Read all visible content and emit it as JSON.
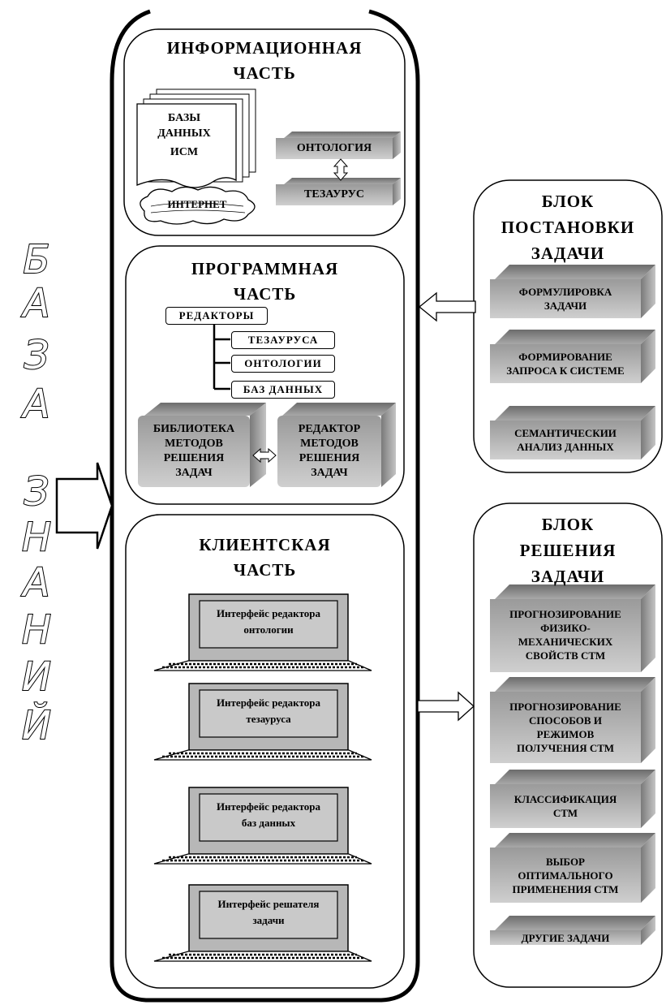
{
  "vertical_title": [
    "Б",
    "А",
    "З",
    "А",
    "З",
    "Н",
    "А",
    "Н",
    "И",
    "Й"
  ],
  "info": {
    "title": [
      "ИНФОРМАЦИОННАЯ",
      "ЧАСТЬ"
    ],
    "databases": [
      "БАЗЫ",
      "ДАННЫХ",
      "ИСМ"
    ],
    "internet": "ИНТЕРНЕТ",
    "ontology": "ОНТОЛОГИЯ",
    "thesaurus": "ТЕЗАУРУС"
  },
  "program": {
    "title": [
      "ПРОГРАММНАЯ",
      "ЧАСТЬ"
    ],
    "editors": "РЕДАКТОРЫ",
    "editor_items": [
      "ТЕЗАУРУСА",
      "ОНТОЛОГИИ",
      "БАЗ ДАННЫХ"
    ],
    "library": [
      "БИБЛИОТЕКА",
      "МЕТОДОВ",
      "РЕШЕНИЯ",
      "ЗАДАЧ"
    ],
    "method_editor": [
      "РЕДАКТОР",
      "МЕТОДОВ",
      "РЕШЕНИЯ",
      "ЗАДАЧ"
    ]
  },
  "client": {
    "title": [
      "КЛИЕНТСКАЯ",
      "ЧАСТЬ"
    ],
    "laptops": [
      [
        "Интерфейс редактора",
        "онтологии"
      ],
      [
        "Интерфейс редактора",
        "тезауруса"
      ],
      [
        "Интерфейс редактора",
        "баз  данных"
      ],
      [
        "Интерфейс решателя",
        "задачи"
      ]
    ]
  },
  "task_setting": {
    "title": [
      "БЛОК",
      "ПОСТАНОВКИ",
      "ЗАДАЧИ"
    ],
    "items": [
      [
        "ФОРМУЛИРОВКА",
        "ЗАДАЧИ"
      ],
      [
        "ФОРМИРОВАНИЕ",
        "ЗАПРОСА К СИСТЕМЕ"
      ],
      [
        "СЕМАНТИЧЕСКИИ",
        "АНАЛИЗ ДАННЫХ"
      ]
    ]
  },
  "task_solving": {
    "title": [
      "БЛОК",
      "РЕШЕНИЯ",
      "ЗАДАЧИ"
    ],
    "items": [
      [
        "ПРОГНОЗИРОВАНИЕ",
        "ФИЗИКО-",
        "МЕХАНИЧЕСКИХ",
        "СВОЙСТВ СТМ"
      ],
      [
        "ПРОГНОЗИРОВАНИЕ",
        "СПОСОБОВ И",
        "РЕЖИМОВ",
        "ПОЛУЧЕНИЯ СТМ"
      ],
      [
        "КЛАССИФИКАЦИЯ",
        "СТМ"
      ],
      [
        "ВЫБОР",
        "ОПТИМАЛЬНОГО",
        "ПРИМЕНЕНИЯ СТМ"
      ],
      [
        "ДРУГИЕ ЗАДАЧИ"
      ]
    ]
  }
}
